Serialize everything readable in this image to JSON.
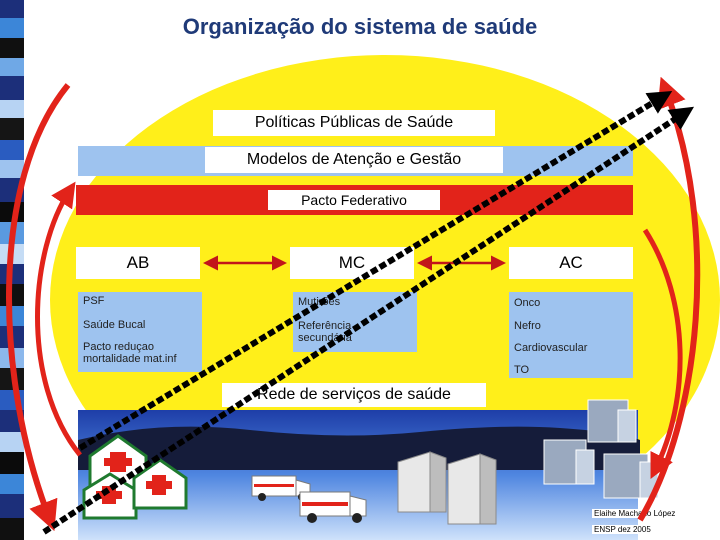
{
  "title": "Organização do sistema de saúde",
  "bands": {
    "politicas": "Políticas Públicas de Saúde",
    "modelos": "Modelos de Atenção e Gestão",
    "pacto": "Pacto Federativo"
  },
  "levels": {
    "ab": "AB",
    "mc": "MC",
    "ac": "AC"
  },
  "ab_items": [
    "PSF",
    "Saúde Bucal",
    "Pacto reduçao mortalidade mat.inf"
  ],
  "mc_items": [
    "Mutirões",
    "Referência secundária"
  ],
  "ac_items": [
    "Onco",
    "Nefro",
    "Cardiovascular",
    "TO"
  ],
  "rede": "Rede de serviços de saúde",
  "credit": {
    "author": "Elaihe Machado López",
    "source": "ENSP dez 2005"
  },
  "colors": {
    "title": "#1f3a78",
    "ellipse": "#ffef1a",
    "blue_band": "#9ec3ef",
    "red_band": "#e2231a",
    "arrow_red": "#e2231a"
  }
}
